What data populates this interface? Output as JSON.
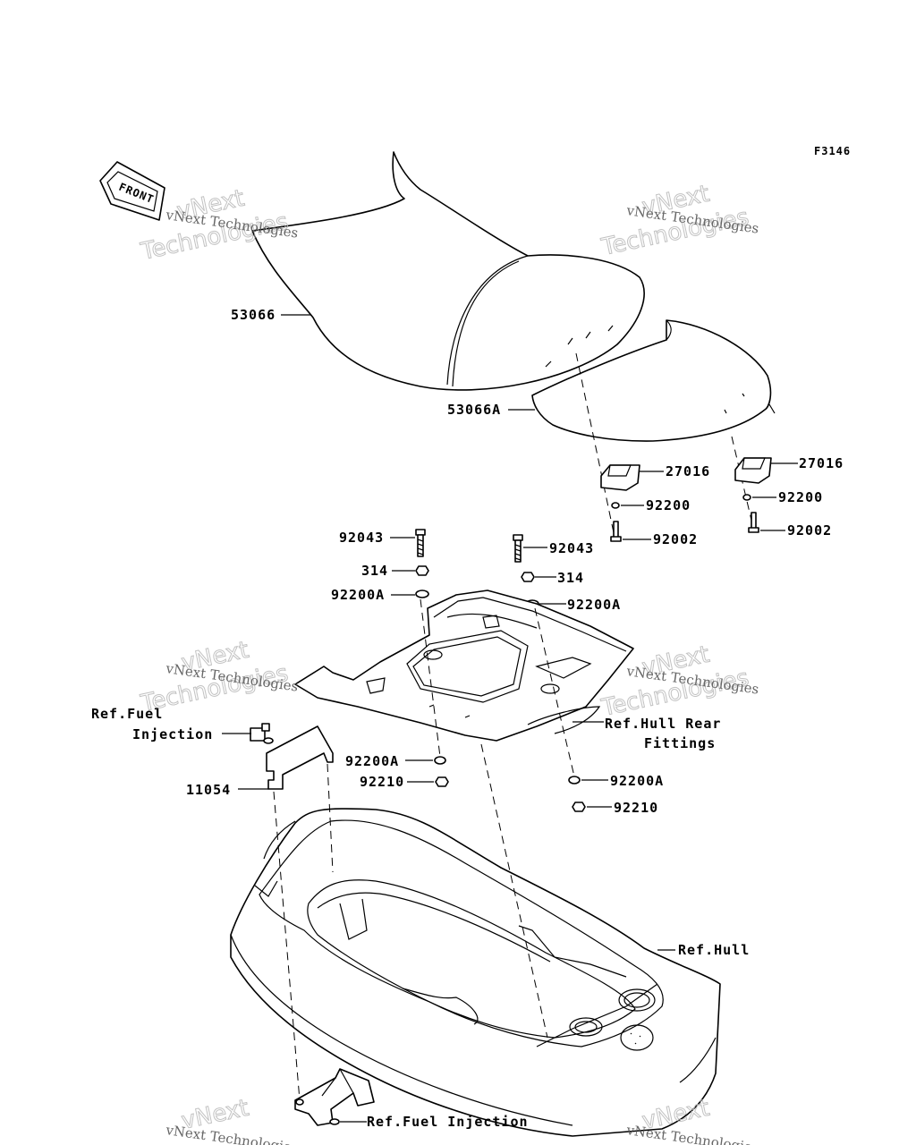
{
  "figure_code": "F3146",
  "front_label": "FRONT",
  "watermark": {
    "line1": "vNext Technologies",
    "big1": "vNext",
    "big2": "Technologies"
  },
  "callouts": [
    "53066",
    "53066A",
    "27016",
    "27016",
    "92200",
    "92200",
    "92002",
    "92002",
    "92043",
    "92043",
    "314",
    "314",
    "92200A",
    "92200A",
    "Ref.Fuel",
    "Injection",
    "11054",
    "92200A",
    "92210",
    "Ref.Hull Rear",
    "Fittings",
    "92200A",
    "92210",
    "Ref.Hull",
    "Ref.Fuel Injection"
  ]
}
